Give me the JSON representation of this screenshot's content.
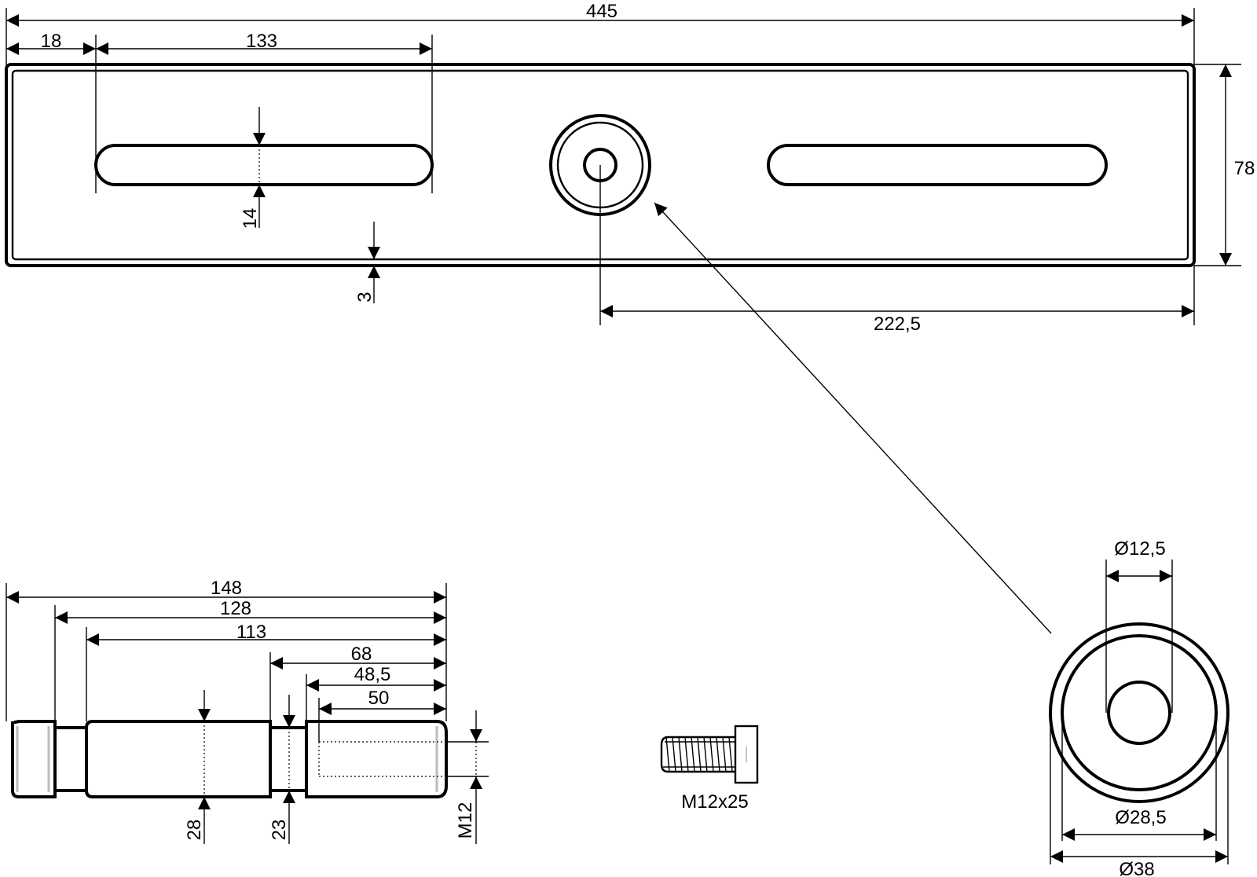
{
  "drawing": {
    "plate": {
      "overall_length": "445",
      "slot_offset": "18",
      "slot_length": "133",
      "slot_width": "14",
      "edge": "3",
      "height": "78",
      "center_distance": "222,5"
    },
    "pin": {
      "total_length": "148",
      "length_128": "128",
      "length_113": "113",
      "length_68": "68",
      "length_48_5": "48,5",
      "thread_length": "50",
      "diameter_28": "28",
      "diameter_23": "23",
      "thread": "M12"
    },
    "bolt": {
      "label": "M12x25"
    },
    "washer": {
      "bore": "Ø12,5",
      "middle": "Ø28,5",
      "outer": "Ø38"
    }
  }
}
